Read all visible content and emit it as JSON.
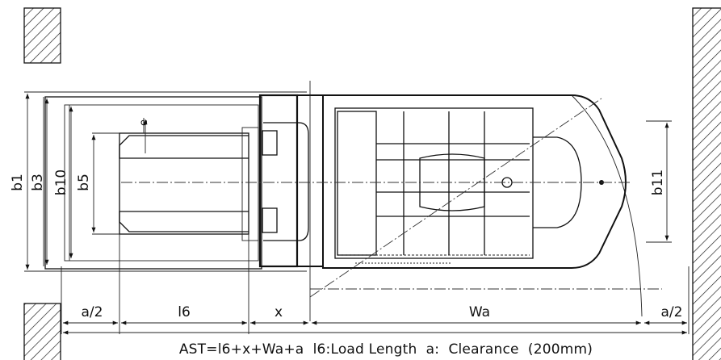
{
  "labels": {
    "b1": "b1",
    "b3": "b3",
    "b10": "b10",
    "b5": "b5",
    "b11": "b11",
    "e": "e",
    "a_half_left": "a/2",
    "l6": "l6",
    "x": "x",
    "wa": "Wa",
    "a_half_right": "a/2"
  },
  "formula": "AST=l6+x+Wa+a  l6:Load Length  a:  Clearance  (200mm)"
}
